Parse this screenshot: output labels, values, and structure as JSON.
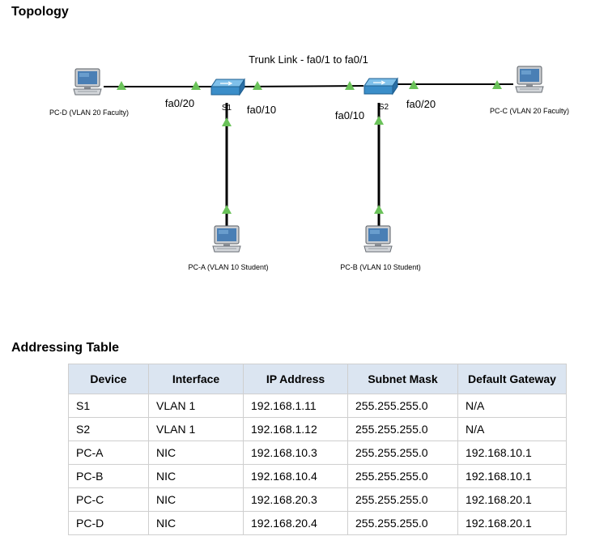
{
  "topology": {
    "heading": "Topology",
    "trunk_label": "Trunk Link - fa0/1 to fa0/1",
    "devices": {
      "s1": "S1",
      "s2": "S2",
      "pc_a": "PC-A (VLAN 10 Student)",
      "pc_b": "PC-B (VLAN 10 Student)",
      "pc_c": "PC-C (VLAN 20 Faculty)",
      "pc_d": "PC-D (VLAN 20 Faculty)"
    },
    "ports": {
      "s1_fa0_20": "fa0/20",
      "s1_fa0_10": "fa0/10",
      "s2_fa0_10": "fa0/10",
      "s2_fa0_20": "fa0/20"
    },
    "colors": {
      "link": "#000000",
      "link_up_indicator": "#6ac259",
      "switch_fill": "#3b8ec9",
      "pc_screen": "#4a7fb5"
    }
  },
  "addressing": {
    "heading": "Addressing Table",
    "columns": [
      "Device",
      "Interface",
      "IP Address",
      "Subnet Mask",
      "Default Gateway"
    ],
    "rows": [
      [
        "S1",
        "VLAN 1",
        "192.168.1.11",
        "255.255.255.0",
        "N/A"
      ],
      [
        "S2",
        "VLAN 1",
        "192.168.1.12",
        "255.255.255.0",
        "N/A"
      ],
      [
        "PC-A",
        "NIC",
        "192.168.10.3",
        "255.255.255.0",
        "192.168.10.1"
      ],
      [
        "PC-B",
        "NIC",
        "192.168.10.4",
        "255.255.255.0",
        "192.168.10.1"
      ],
      [
        "PC-C",
        "NIC",
        "192.168.20.3",
        "255.255.255.0",
        "192.168.20.1"
      ],
      [
        "PC-D",
        "NIC",
        "192.168.20.4",
        "255.255.255.0",
        "192.168.20.1"
      ]
    ]
  }
}
